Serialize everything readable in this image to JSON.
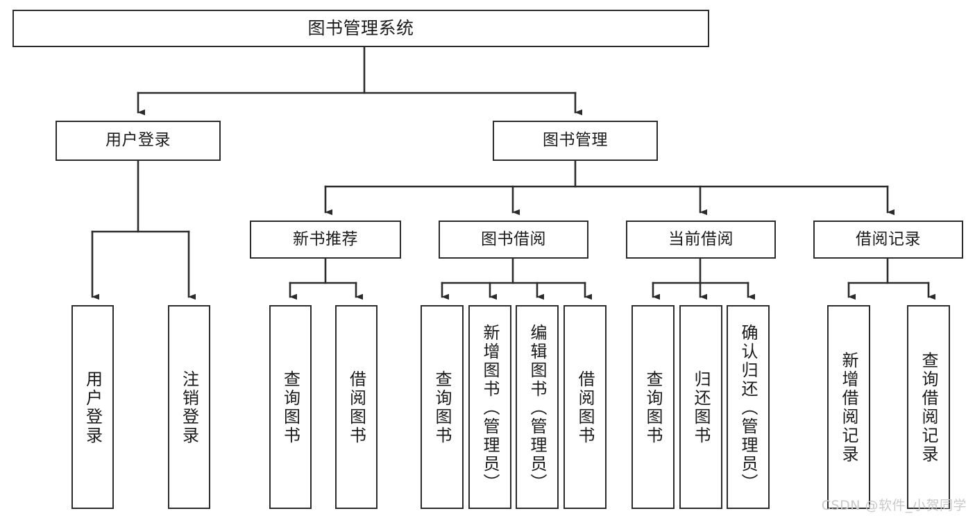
{
  "diagram": {
    "type": "tree",
    "title": "图书管理系统",
    "watermark": "CSDN @软件_小贺同学",
    "colors": {
      "box_border": "#2b2b2b",
      "box_fill": "#ffffff",
      "connector": "#2b2b2b",
      "text": "#1a1a1a",
      "watermark": "#c9c9c9",
      "background": "#ffffff"
    },
    "root": {
      "label": "图书管理系统"
    },
    "level2": [
      {
        "label": "用户登录"
      },
      {
        "label": "图书管理"
      }
    ],
    "level3": [
      {
        "label": "新书推荐"
      },
      {
        "label": "图书借阅"
      },
      {
        "label": "当前借阅"
      },
      {
        "label": "借阅记录"
      }
    ],
    "leaves": {
      "user_login": [
        {
          "label": "用户登录"
        },
        {
          "label": "注销登录"
        }
      ],
      "new_book_recommend": [
        {
          "label": "查询图书"
        },
        {
          "label": "借阅图书"
        }
      ],
      "book_borrow": [
        {
          "label": "查询图书"
        },
        {
          "label": "新增图书（管理员）"
        },
        {
          "label": "编辑图书（管理员）"
        },
        {
          "label": "借阅图书"
        }
      ],
      "current_borrow": [
        {
          "label": "查询图书"
        },
        {
          "label": "归还图书"
        },
        {
          "label": "确认归还（管理员）"
        }
      ],
      "borrow_record": [
        {
          "label": "新增借阅记录"
        },
        {
          "label": "查询借阅记录"
        }
      ]
    }
  }
}
